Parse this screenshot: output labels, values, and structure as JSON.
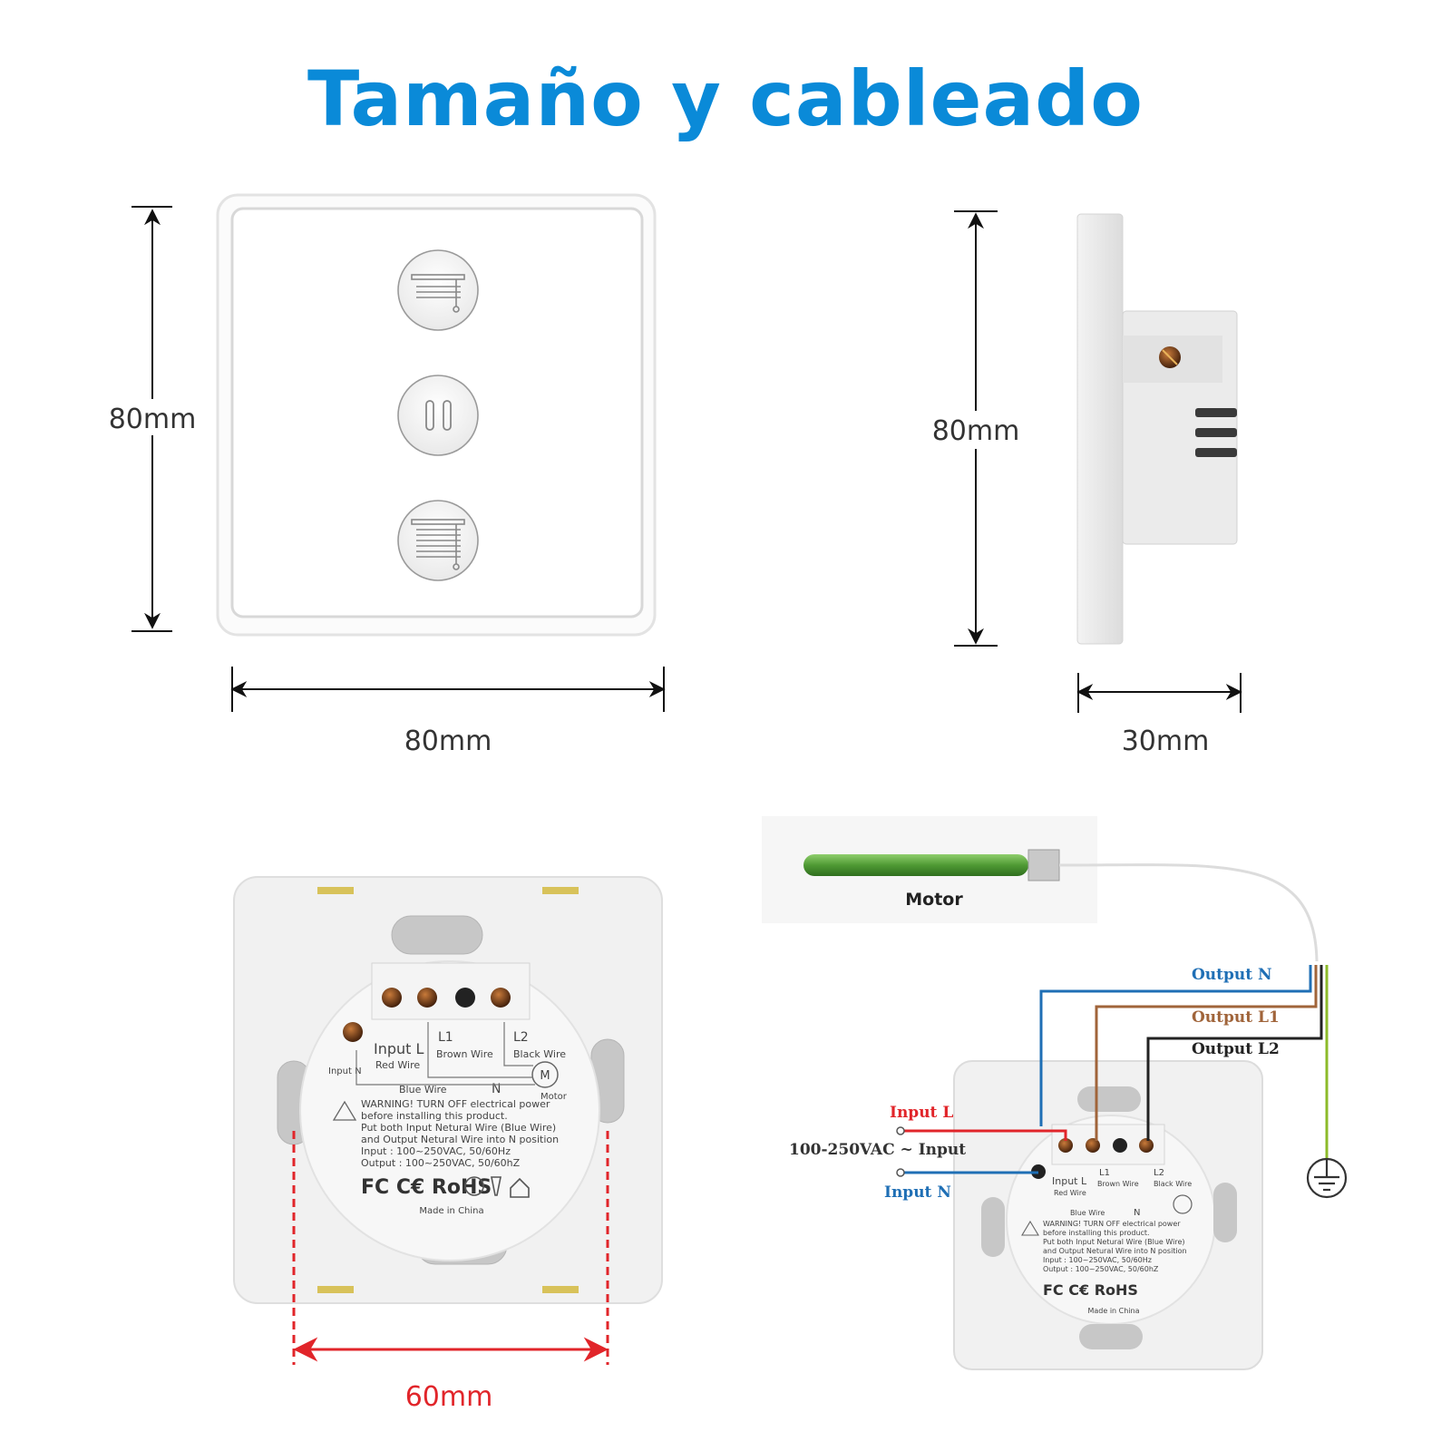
{
  "title": "Tamaño y cableado",
  "dimensions": {
    "front_height": "80mm",
    "front_width": "80mm",
    "side_height": "80mm",
    "side_depth": "30mm",
    "mount_spacing": "60mm"
  },
  "back_label": {
    "input_l": "Input L",
    "red_wire": "Red Wire",
    "l1": "L1",
    "brown_wire": "Brown Wire",
    "l2": "L2",
    "black_wire": "Black Wire",
    "input_n": "Input N",
    "blue_wire": "Blue Wire",
    "n": "N",
    "motor_symbol": "M",
    "motor": "Motor",
    "warning_lines": [
      "WARNING! TURN OFF electrical power",
      "before installing this product.",
      "Put both Input Netural Wire (Blue Wire)",
      "and Output Netural Wire into N position",
      "Input : 100~250VAC, 50/60Hz",
      "Output : 100~250VAC, 50/60hZ"
    ],
    "cert_marks": "FC C€ RoHS",
    "made_in": "Made in China"
  },
  "wiring": {
    "motor": "Motor",
    "output_n": "Output N",
    "output_l1": "Output L1",
    "output_l2": "Output L2",
    "input_l": "Input L",
    "input_voltage": "100-250VAC ~ Input",
    "input_n": "Input N"
  },
  "colors": {
    "title": "#0a8ad8",
    "blue_wire": "#1f6fb5",
    "brown_wire": "#a0643a",
    "black_wire": "#222222",
    "red_wire": "#e1252a",
    "green_wire": "#8dbb2a",
    "motor_tube": "#5aa23a"
  }
}
